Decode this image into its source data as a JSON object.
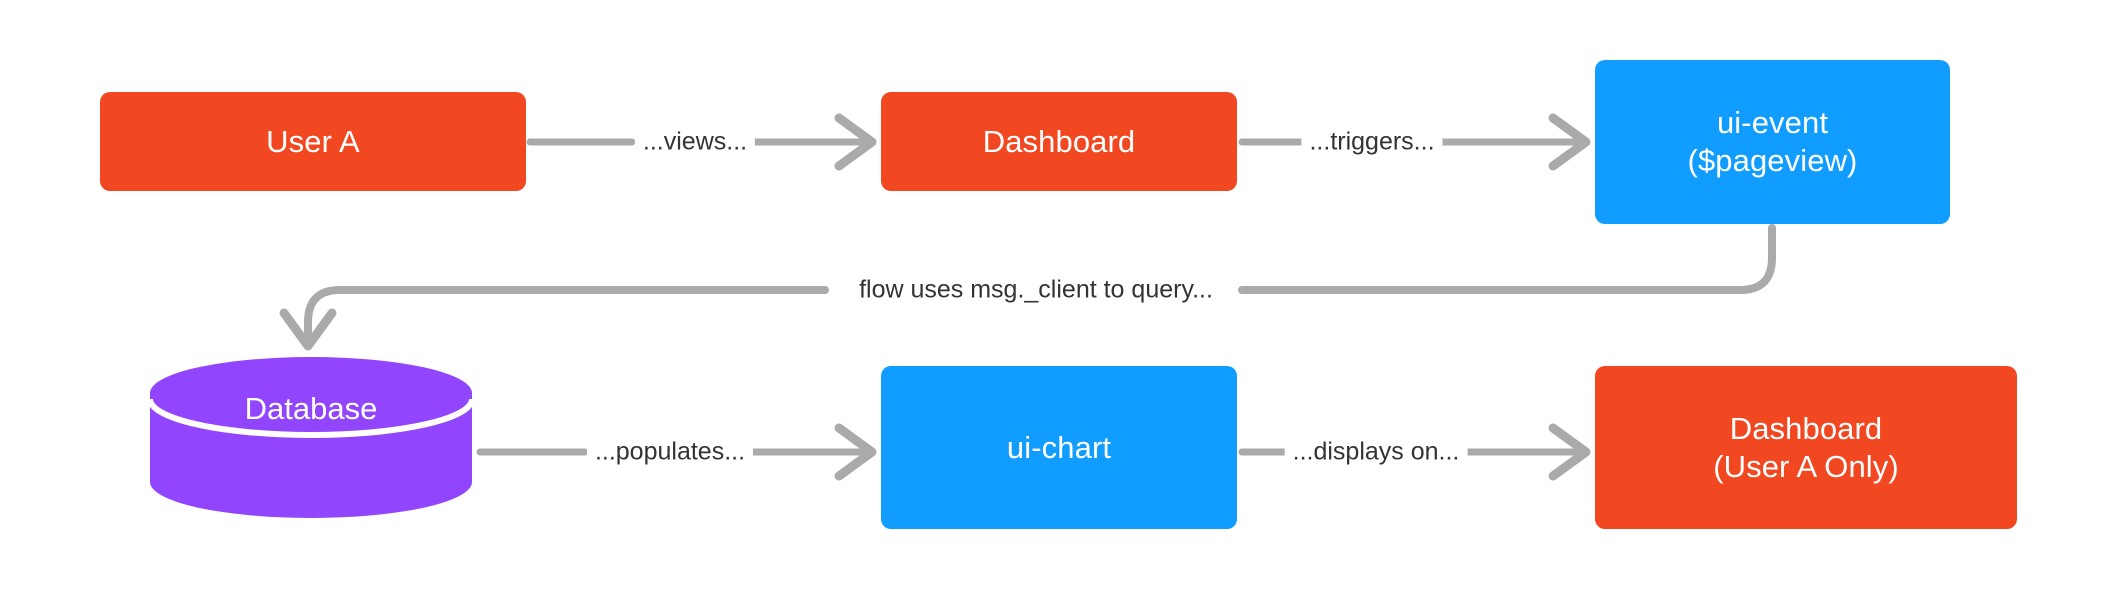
{
  "diagram": {
    "type": "flowchart",
    "background_color": "#ffffff",
    "nodes": [
      {
        "id": "user-a",
        "shape": "rounded-rectangle",
        "color": "#f24822",
        "text_color": "#ffffff",
        "lines": [
          "User A"
        ]
      },
      {
        "id": "dashboard-top",
        "shape": "rounded-rectangle",
        "color": "#f24822",
        "text_color": "#ffffff",
        "lines": [
          "Dashboard"
        ]
      },
      {
        "id": "ui-event",
        "shape": "rounded-rectangle",
        "color": "#119cff",
        "text_color": "#ffffff",
        "lines": [
          "ui-event",
          "($pageview)"
        ]
      },
      {
        "id": "database",
        "shape": "cylinder",
        "color": "#9145fd",
        "text_color": "#ffffff",
        "lines": [
          "Database"
        ]
      },
      {
        "id": "ui-chart",
        "shape": "rounded-rectangle",
        "color": "#119cff",
        "text_color": "#ffffff",
        "lines": [
          "ui-chart"
        ]
      },
      {
        "id": "dashboard-bottom",
        "shape": "rounded-rectangle",
        "color": "#f24822",
        "text_color": "#ffffff",
        "lines": [
          "Dashboard",
          "(User A Only)"
        ]
      }
    ],
    "edges": [
      {
        "id": "e1",
        "from": "user-a",
        "to": "dashboard-top",
        "label": "...views...",
        "color": "#aaaaaa"
      },
      {
        "id": "e2",
        "from": "dashboard-top",
        "to": "ui-event",
        "label": "...triggers...",
        "color": "#aaaaaa"
      },
      {
        "id": "e3",
        "from": "ui-event",
        "to": "database",
        "label": "flow uses msg._client to query...",
        "color": "#aaaaaa"
      },
      {
        "id": "e4",
        "from": "database",
        "to": "ui-chart",
        "label": "...populates...",
        "color": "#aaaaaa"
      },
      {
        "id": "e5",
        "from": "ui-chart",
        "to": "dashboard-bottom",
        "label": "...displays on...",
        "color": "#aaaaaa"
      }
    ]
  }
}
